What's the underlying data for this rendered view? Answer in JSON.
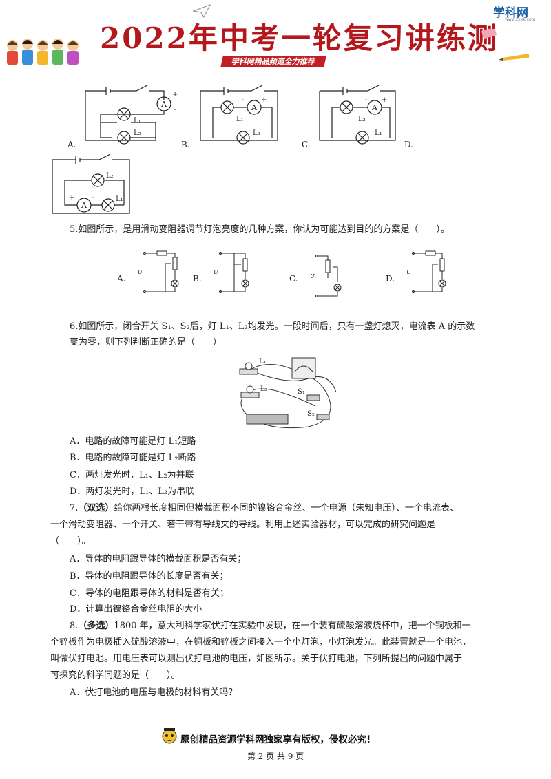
{
  "header": {
    "title": "2022年中考一轮复习讲练测",
    "banner": "学科网精品频道全力推荐",
    "logo": "学科网",
    "logo_sub": "www.zxxk.com"
  },
  "q4_options": {
    "a": "A.",
    "b": "B.",
    "c": "C.",
    "d": "D."
  },
  "q5": {
    "stem": "5.如图所示，是用滑动变阻器调节灯泡亮度的几种方案，你认为可能达到目的的方案是（　　）。",
    "opt_a": "A.",
    "opt_b": "B.",
    "opt_c": "C.",
    "opt_d": "D."
  },
  "q6": {
    "stem_line1": "6.如图所示，闭合开关 S₁、S₂后，灯 L₁、L₂均发光。一段时间后，只有一盏灯熄灭，电流表 A 的示数",
    "stem_line2": "变为零，则下列判断正确的是（　　）。",
    "opt_a": "A．电路的故障可能是灯 L₁短路",
    "opt_b": "B．电路的故障可能是灯 L₂断路",
    "opt_c": "C．两灯发光时，L₁、L₂为并联",
    "opt_d": "D．两灯发光时，L₁、L₂为串联"
  },
  "q7": {
    "tag": "（双选）",
    "num": "7.",
    "stem_line1": "给你两根长度相同但横截面积不同的镍铬合金丝、一个电源（未知电压）、一个电流表、",
    "stem_line2": "一个滑动变阻器、一个开关、若干带有导线夹的导线。利用上述实验器材，可以完成的研究问题是",
    "stem_line3": "（　　）。",
    "opt_a": "A．导体的电阻跟导体的横截面积是否有关；",
    "opt_b": "B．导体的电阻跟导体的长度是否有关；",
    "opt_c": "C．导体的电阻跟导体的材料是否有关；",
    "opt_d": "D．计算出镍铬合金丝电阻的大小"
  },
  "q8": {
    "num": "8.",
    "tag": "（多选）",
    "stem_line1": "1800 年，意大利科学家伏打在实验中发现，在一个装有硫酸溶液烧杯中，把一个铜板和一",
    "stem_line2": "个锌板作为电极插入硫酸溶液中，在铜板和锌板之间接入一个小灯泡，小灯泡发光。此装置就是一个电池，",
    "stem_line3": "叫做伏打电池。用电压表可以测出伏打电池的电压，如图所示。关于伏打电池，下列所提出的问题中属于",
    "stem_line4": "可探究的科学问题的是（　　）。",
    "opt_a": "A．伏打电池的电压与电极的材料有关吗？"
  },
  "footer": {
    "note": "原创精品资源学科网独家享有版权，侵权必究！",
    "page": "第 2 页 共 9 页"
  },
  "labels": {
    "ammeter": "A",
    "plus": "+",
    "minus": "-",
    "l1": "L₁",
    "l2": "L₂",
    "u": "U",
    "s1": "S₁",
    "s2": "S₂"
  }
}
